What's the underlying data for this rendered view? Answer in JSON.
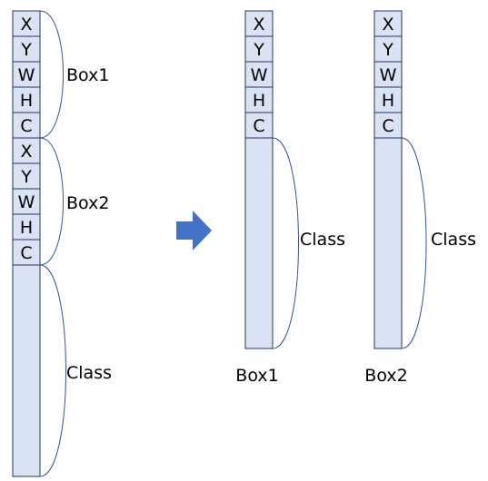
{
  "colors": {
    "cell_fill": "#dae3f3",
    "cell_border": "#1f3864",
    "brace": "#2f5597",
    "arrow": "#4472c4"
  },
  "left_column": {
    "cells": [
      "X",
      "Y",
      "W",
      "H",
      "C",
      "X",
      "Y",
      "W",
      "H",
      "C"
    ],
    "labels": [
      "Box1",
      "Box2",
      "Class"
    ]
  },
  "arrow": {
    "icon": "right-arrow-icon"
  },
  "right_columns": [
    {
      "cells": [
        "X",
        "Y",
        "W",
        "H",
        "C"
      ],
      "brace_label": "Class",
      "caption": "Box1"
    },
    {
      "cells": [
        "X",
        "Y",
        "W",
        "H",
        "C"
      ],
      "brace_label": "Class",
      "caption": "Box2"
    }
  ]
}
